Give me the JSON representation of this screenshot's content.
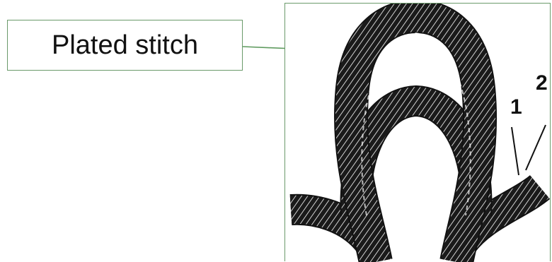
{
  "callout": {
    "label": "Plated stitch"
  },
  "figure": {
    "labels": [
      "1",
      "2"
    ],
    "yarn_color": "#1a1a1a",
    "stroke_color": "#ffffff",
    "frame_color": "#6a9a6a"
  },
  "icons": [
    "arrow-icon",
    "yarn-loop-icon"
  ]
}
